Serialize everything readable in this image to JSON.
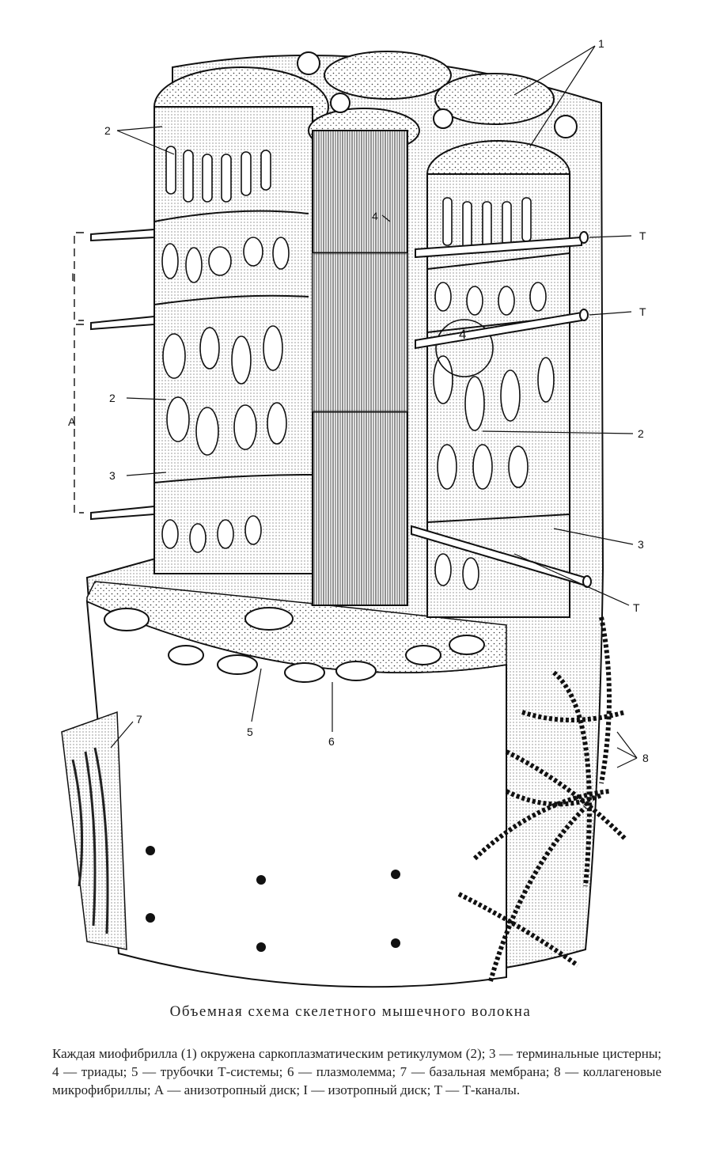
{
  "figure": {
    "labels": {
      "myofibril": "1",
      "reticulum_top": "2",
      "reticulum_left": "2",
      "reticulum_right": "2",
      "cistern_left": "3",
      "cistern_right": "3",
      "triad_small": "4",
      "triad_big": "4",
      "t_tubule": "5",
      "plasmalemma": "6",
      "basal_membrane": "7",
      "collagen": "8",
      "t1": "T",
      "t2": "T",
      "t3": "T",
      "disc_i": "I",
      "disc_a": "A"
    }
  },
  "caption": {
    "title": "Объемная схема скелетного мышечного волокна",
    "description": "Каждая миофибрилла (1) окружена саркоплазматическим ретикулумом (2); 3 — терминальные цистерны; 4 — триады; 5 — трубочки Т-системы; 6 — плазмолемма; 7 — базальная мембрана; 8 — коллагеновые микрофибриллы; А — анизотропный диск; I — изотропный диск; Т — Т-каналы."
  }
}
